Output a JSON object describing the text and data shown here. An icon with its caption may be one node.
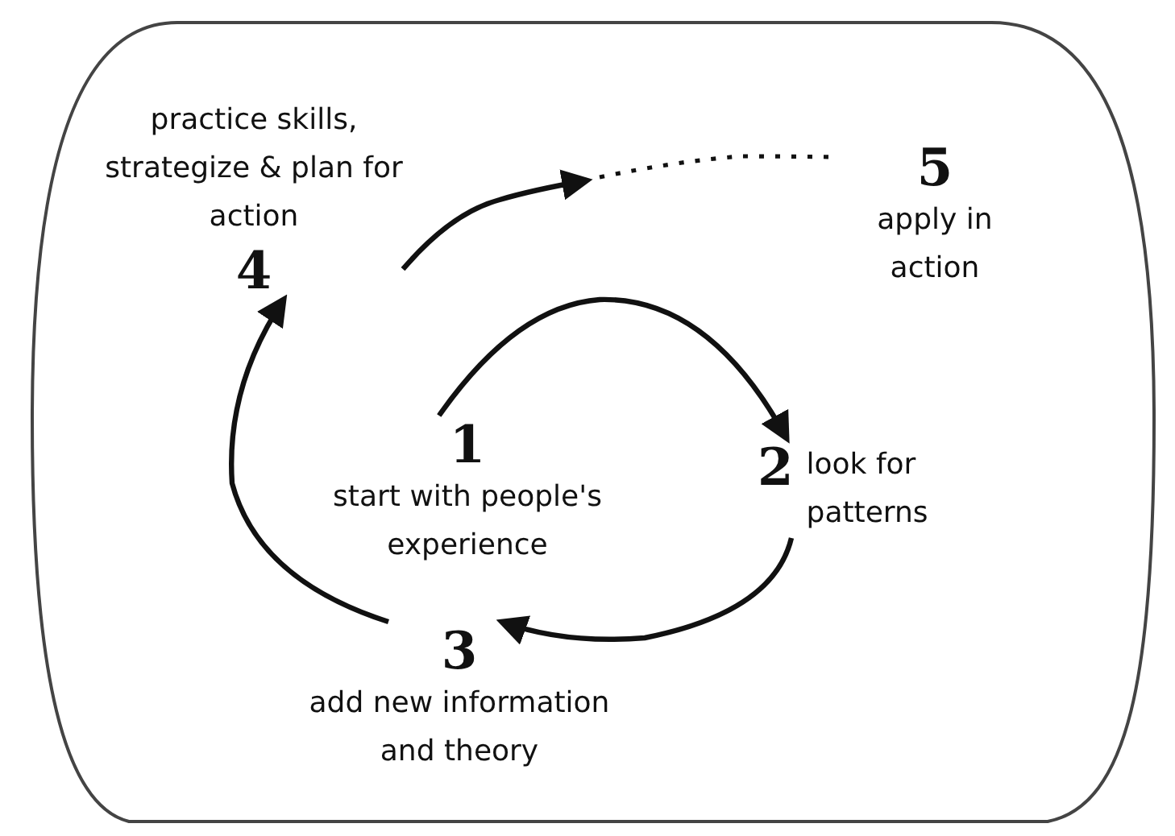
{
  "diagram": {
    "nodes": [
      {
        "text": [
          "1",
          "start with people's experience"
        ]
      },
      {
        "text": [
          "2",
          "look for patterns"
        ]
      },
      {
        "text": [
          "3",
          "add new information and theory"
        ]
      },
      {
        "text": [
          "practice skills, strategize & plan for action",
          "4"
        ]
      },
      {
        "text": [
          "5",
          "apply in action"
        ]
      }
    ],
    "edges": [
      {
        "from": 0,
        "to": 1,
        "arrow": "to"
      },
      {
        "from": 1,
        "to": 2,
        "arrow": "to"
      },
      {
        "from": 2,
        "to": 3,
        "arrow": "to"
      },
      {
        "from": 3,
        "to": null,
        "arrow": "to"
      },
      {
        "from": null,
        "to": 4,
        "arrow": "none",
        "style": "dashed"
      }
    ]
  }
}
